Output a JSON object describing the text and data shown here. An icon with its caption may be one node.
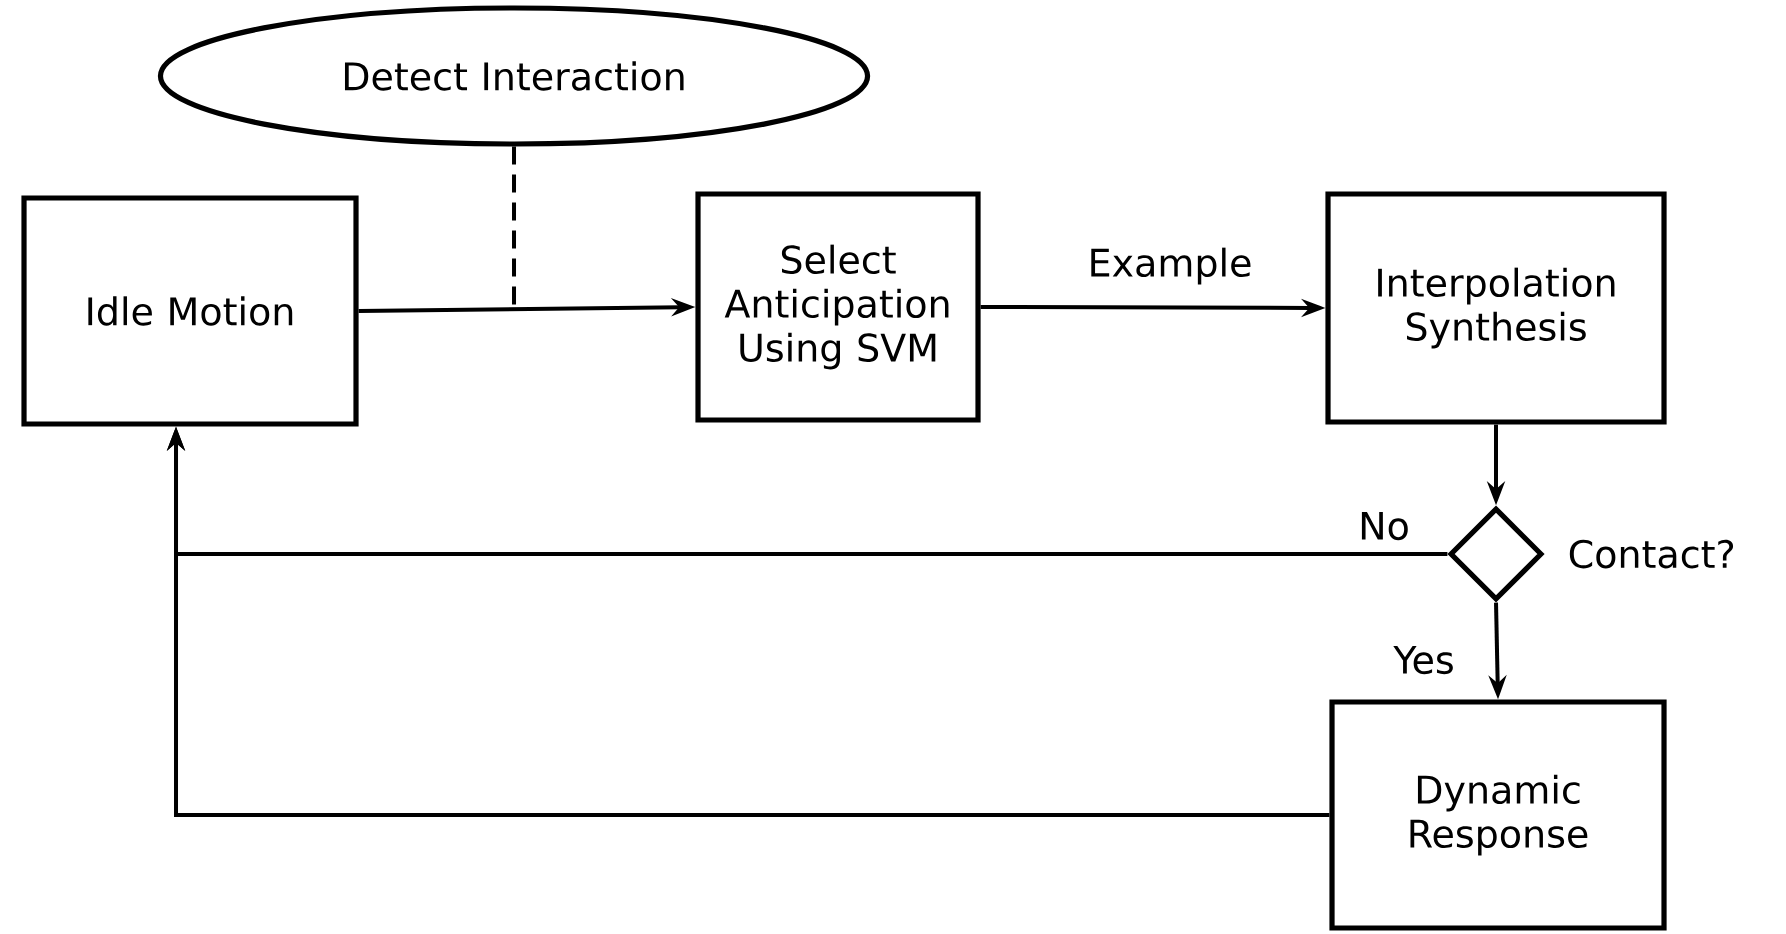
{
  "diagram": {
    "nodes": [
      {
        "text": [
          "Detect Interaction"
        ]
      },
      {
        "text": [
          "Idle Motion"
        ]
      },
      {
        "text": [
          "Select Anticipation Using SVM"
        ]
      },
      {
        "text": [
          "Interpolation Synthesis"
        ]
      },
      {
        "text": [],
        "shape": "diamond",
        "beside": [
          "Contact?"
        ]
      },
      {
        "text": [
          "Dynamic Response"
        ]
      }
    ],
    "edges": [
      {
        "from": 1,
        "to": 2,
        "arrow": "to"
      },
      {
        "from": 0,
        "to": null,
        "arrow": "none",
        "style": "dashed"
      },
      {
        "from": 2,
        "to": 3,
        "arrow": "to",
        "label": "Example"
      },
      {
        "from": 3,
        "to": 4,
        "arrow": "to"
      },
      {
        "from": 4,
        "to": 1,
        "arrow": "to",
        "label": "No"
      },
      {
        "from": 4,
        "to": 5,
        "arrow": "to",
        "label": "Yes"
      },
      {
        "from": 5,
        "to": 1,
        "arrow": "to"
      }
    ]
  }
}
